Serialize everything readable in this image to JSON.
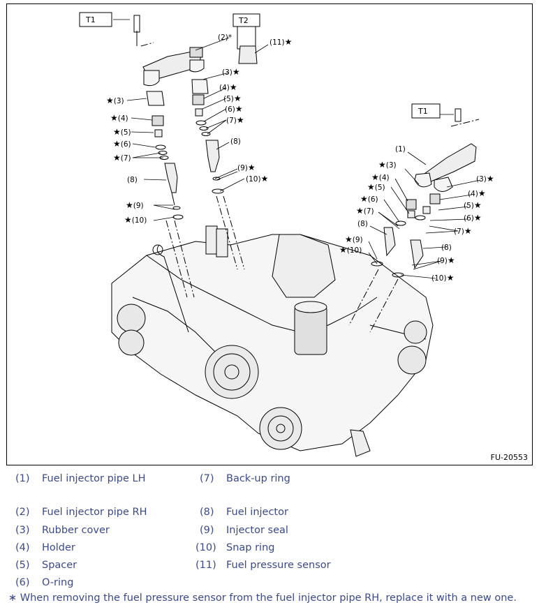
{
  "figure": {
    "figure_id": "FU-20553",
    "torque_labels": [
      "T1",
      "T2",
      "T1"
    ],
    "callouts": {
      "lh": [
        "(3)",
        "(4)",
        "(5)",
        "(6)",
        "(7)",
        "(8)",
        "(9)",
        "(10)"
      ],
      "rh": [
        "(2)",
        "(11)",
        "(3)",
        "(4)",
        "(5)",
        "(6)",
        "(7)",
        "(8)",
        "(9)",
        "(10)"
      ],
      "right": [
        "(1)",
        "(3)",
        "(4)",
        "(5)",
        "(6)",
        "(7)",
        "(8)",
        "(9)",
        "(10)",
        "(3)",
        "(4)",
        "(5)",
        "(6)",
        "(7)",
        "(8)",
        "(9)",
        "(10)"
      ]
    },
    "star_symbol": "★",
    "asterisk_symbol": "*"
  },
  "legend": {
    "left": [
      {
        "num": "(1)",
        "text": "Fuel injector pipe LH"
      },
      {
        "num": "(2)",
        "text": "Fuel injector pipe RH"
      },
      {
        "num": "(3)",
        "text": "Rubber cover"
      },
      {
        "num": "(4)",
        "text": "Holder"
      },
      {
        "num": "(5)",
        "text": "Spacer"
      },
      {
        "num": "(6)",
        "text": "O-ring"
      }
    ],
    "right": [
      {
        "num": "(7)",
        "text": "Back-up ring"
      },
      {
        "num": "(8)",
        "text": "Fuel injector"
      },
      {
        "num": "(9)",
        "text": "Injector seal"
      },
      {
        "num": "(10)",
        "text": "Snap ring"
      },
      {
        "num": "(11)",
        "text": "Fuel pressure sensor"
      }
    ]
  },
  "note": "∗ When removing the fuel pressure sensor from the fuel injector pipe RH, replace it with a new one.",
  "colors": {
    "legend_text": "#3a4a8c",
    "line": "#000000"
  }
}
